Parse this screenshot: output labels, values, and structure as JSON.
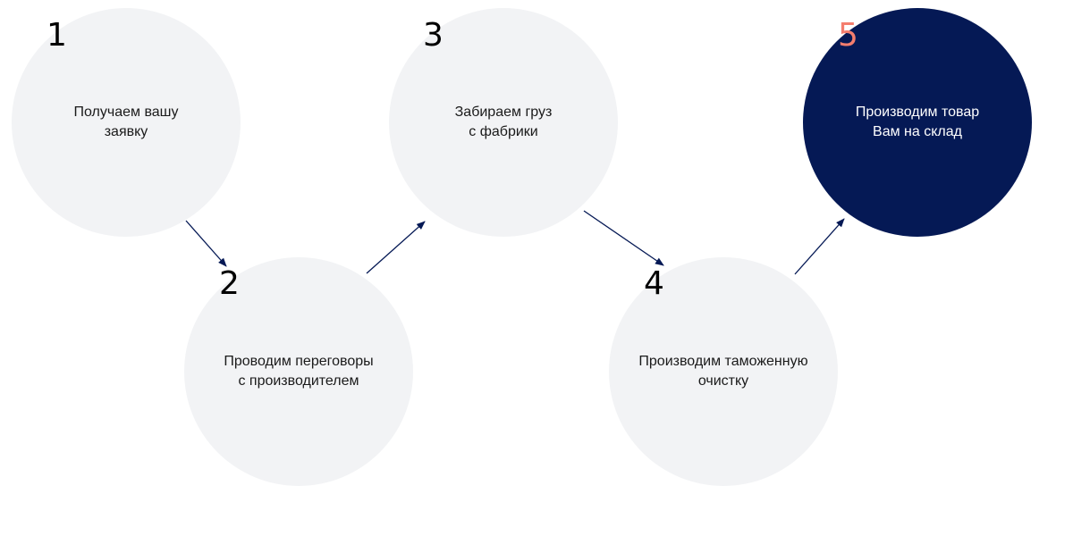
{
  "colors": {
    "circle_fill": "#f2f3f5",
    "accent_fill": "#051955",
    "accent_number": "#f47e6e",
    "arrow": "#051955"
  },
  "steps": [
    {
      "number": "1",
      "lines": [
        "Получаем вашу",
        "заявку"
      ]
    },
    {
      "number": "2",
      "lines": [
        "Проводим переговоры",
        "с производителем"
      ]
    },
    {
      "number": "3",
      "lines": [
        "Забираем груз",
        "с фабрики"
      ]
    },
    {
      "number": "4",
      "lines": [
        "Производим таможенную",
        "очистку"
      ]
    },
    {
      "number": "5",
      "lines": [
        "Производим товар",
        "Вам на склад"
      ]
    }
  ]
}
